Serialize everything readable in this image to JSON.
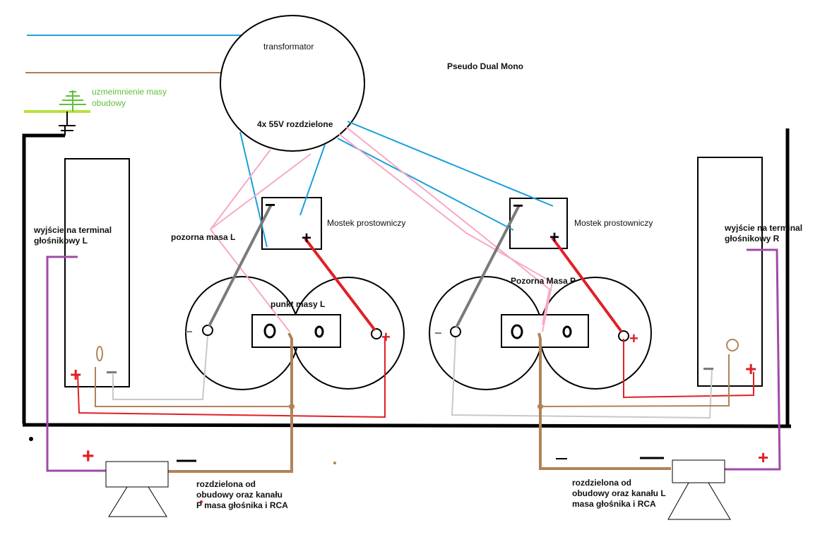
{
  "labels": {
    "transformer": "transformator",
    "transformer_spec": "4x 55V rozdzielone",
    "title": "Pseudo Dual Mono",
    "ground_line1": "uzmeimnienie masy",
    "ground_line2": "obudowy",
    "bridge_left": "Mostek prostowniczy",
    "bridge_right": "Mostek prostowniczy",
    "pseudo_ground_left": "pozorna masa L",
    "pseudo_ground_right": "Pozorna Masa P",
    "ground_point_left": "punkt masy L",
    "out_left_line1": "wyjście na terminal",
    "out_left_line2": "głośnikowy L",
    "out_right_line1": "wyjście na terminal",
    "out_right_line2": "głośnikowy R",
    "spk_left_line1": "rozdzielona od",
    "spk_left_line2": "obudowy oraz kanału",
    "spk_left_line3": "P masa głośnika i RCA",
    "spk_right_line1": "rozdzielona od",
    "spk_right_line2": "obudowy oraz kanału L",
    "spk_right_line3": "masa głośnika i RCA"
  },
  "symbols": {
    "plus": "+",
    "minus": "−"
  },
  "colors": {
    "mains_live": "#2a9fd8",
    "mains_neutral": "#b07a55",
    "earth": "#b5e43a",
    "earth_label": "#5fbf3a",
    "chassis": "#000000",
    "ac_blue": "#1aa0dc",
    "ac_pink": "#f7a8c8",
    "positive": "#e11f26",
    "negative": "#7a7a7a",
    "ground_brown": "#b0835a",
    "light_gray": "#c8c8c8",
    "speaker_purple": "#a04aa8"
  }
}
